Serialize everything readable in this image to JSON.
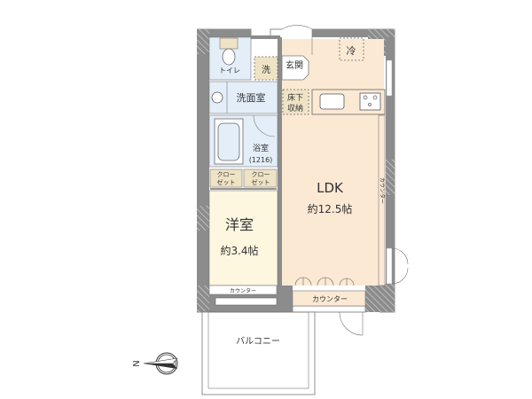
{
  "rooms": {
    "toilet": "トイレ",
    "washer": "洗",
    "entrance": "玄関",
    "fridge": "冷",
    "washroom": "洗面室",
    "underfloor_storage_1": "床下",
    "underfloor_storage_2": "収納",
    "bathroom": "浴室",
    "bathroom_size": "(1216)",
    "closet_1_a": "クロー",
    "closet_1_b": "ゼット",
    "closet_2_a": "クロー",
    "closet_2_b": "ゼット",
    "ldk": "LDK",
    "ldk_size": "約12.5帖",
    "western_room": "洋室",
    "western_room_size": "約3.4帖",
    "counter_western": "カウンター",
    "counter_ldk_bottom": "カウンター",
    "counter_ldk_right": "カウンター",
    "balcony": "バルコニー"
  },
  "compass": {
    "label": "N",
    "icon": "compass-icon"
  },
  "colors": {
    "wall": "#8c8c8c",
    "wet_area": "#e4eef8",
    "ldk": "#fbe9d4",
    "western_room": "#fdf7df",
    "closet": "#efe3c6"
  }
}
